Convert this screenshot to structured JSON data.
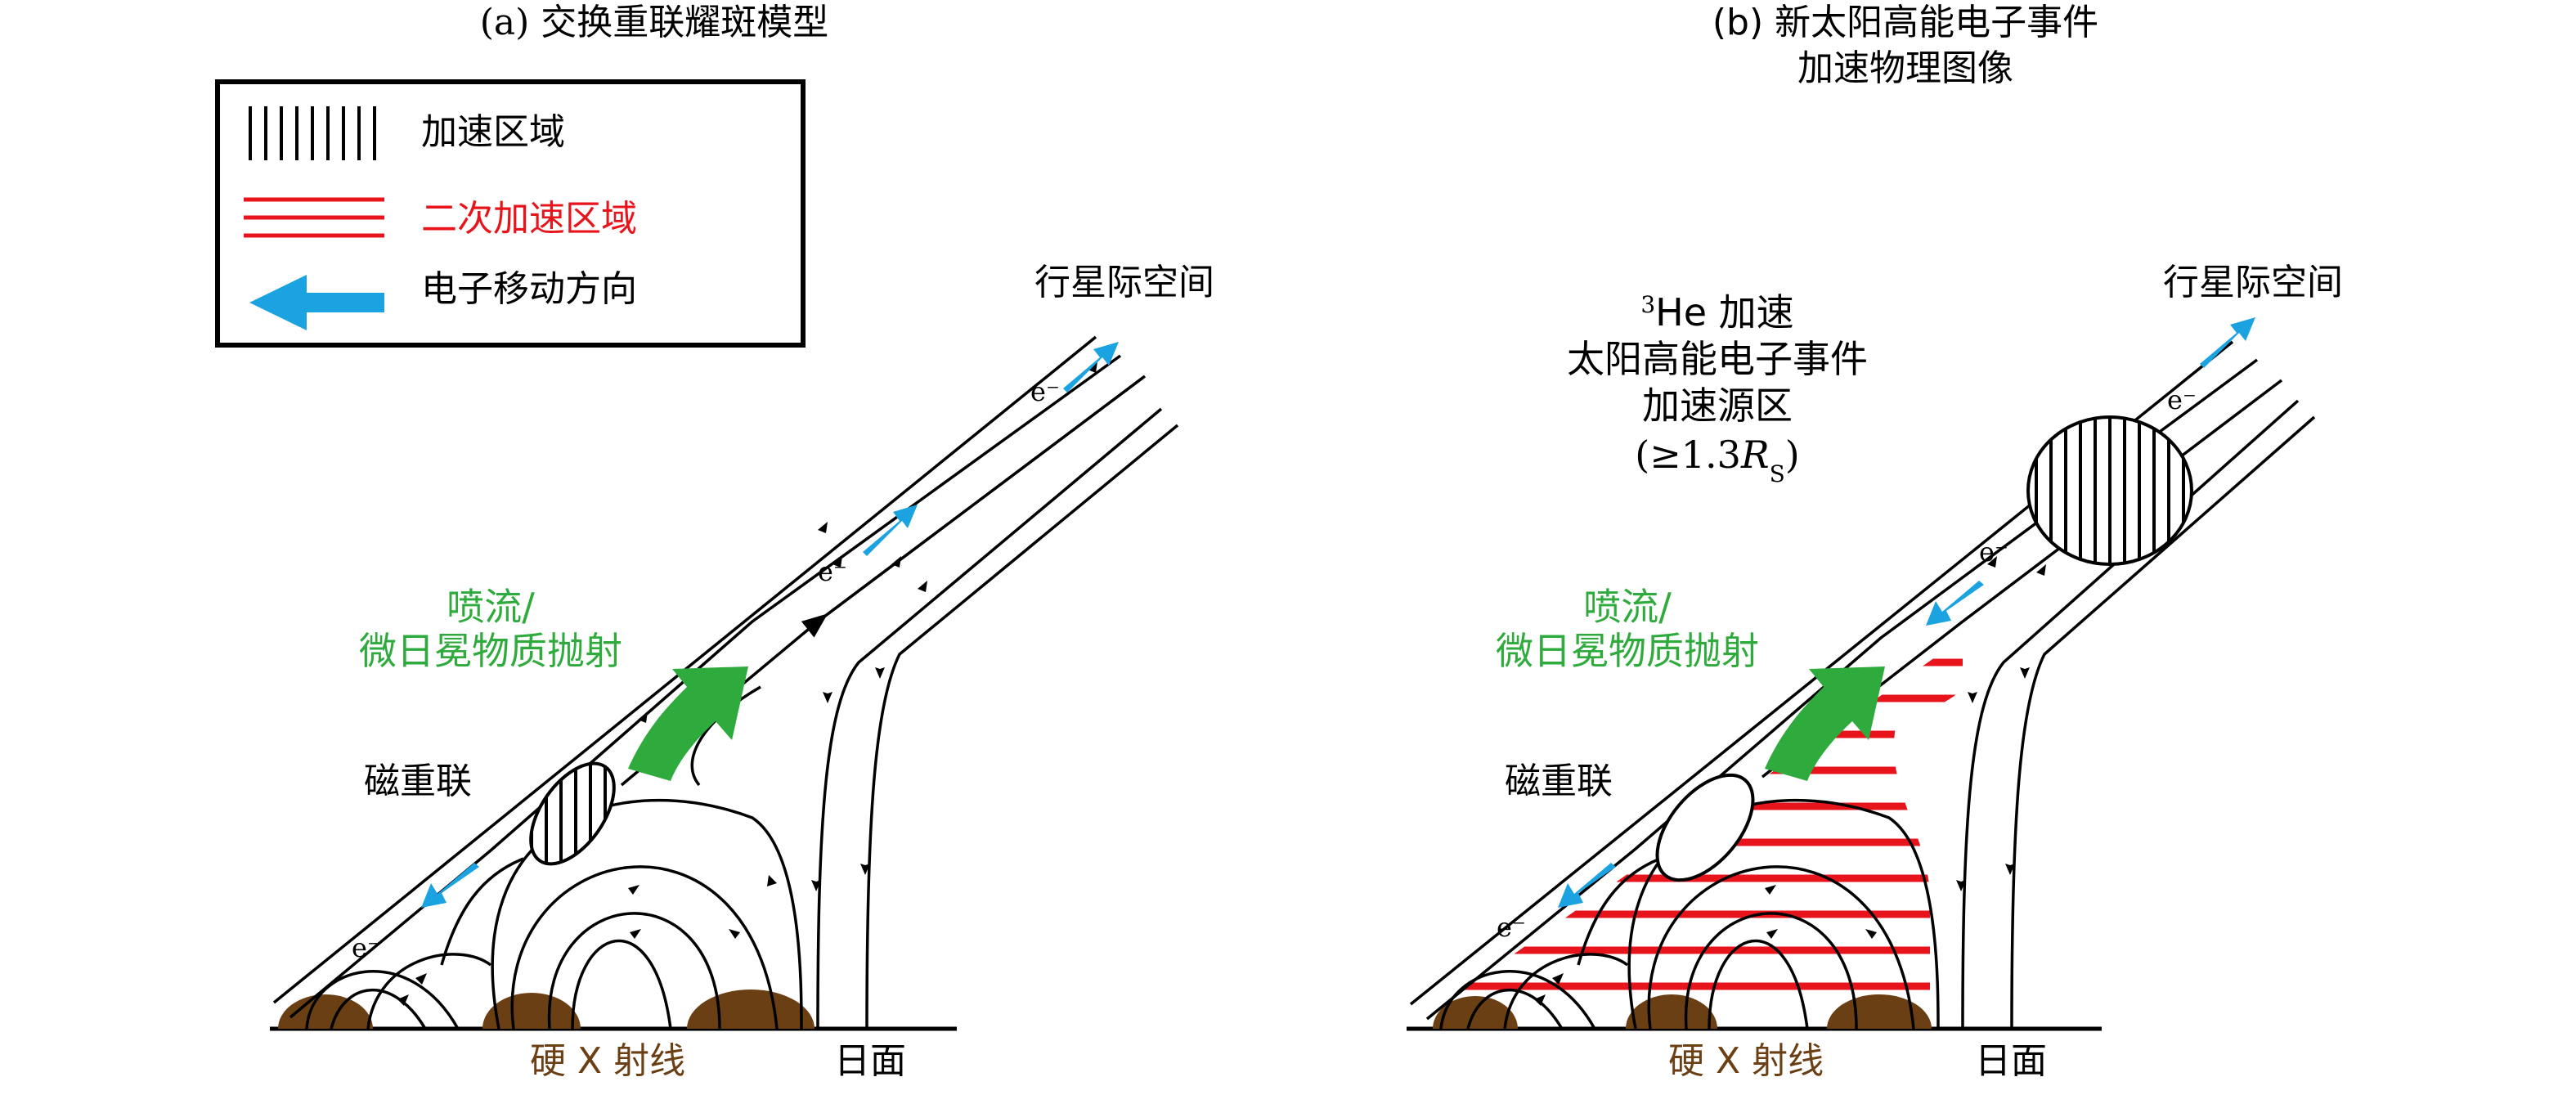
{
  "panel_a": {
    "title": "(a) 交换重联耀斑模型",
    "interplanetary": "行星际空间",
    "jet_line1": "喷流/",
    "jet_line2": "微日冕物质抛射",
    "reconnection": "磁重联",
    "hxr": "硬 X 射线",
    "surface": "日面",
    "electron": "e⁻"
  },
  "panel_b": {
    "title_line1": "(b) 新太阳高能电子事件",
    "title_line2": "加速物理图像",
    "interplanetary": "行星际空间",
    "source_line1_sup": "3",
    "source_line1_text": "He 加速",
    "source_line2": "太阳高能电子事件",
    "source_line3": "加速源区",
    "source_line4_prefix": "(≥1.3",
    "source_line4_r": "R",
    "source_line4_sub": "S",
    "source_line4_suffix": ")",
    "jet_line1": "喷流/",
    "jet_line2": "微日冕物质抛射",
    "reconnection": "磁重联",
    "hxr": "硬 X 射线",
    "surface": "日面",
    "electron": "e⁻"
  },
  "legend": {
    "accel": "加速区域",
    "secondary": "二次加速区域",
    "direction": "电子移动方向"
  },
  "colors": {
    "green": "#2eab3c",
    "blue": "#1aa3e0",
    "red": "#e8141c",
    "brown": "#6b3f14",
    "black": "#000000"
  }
}
